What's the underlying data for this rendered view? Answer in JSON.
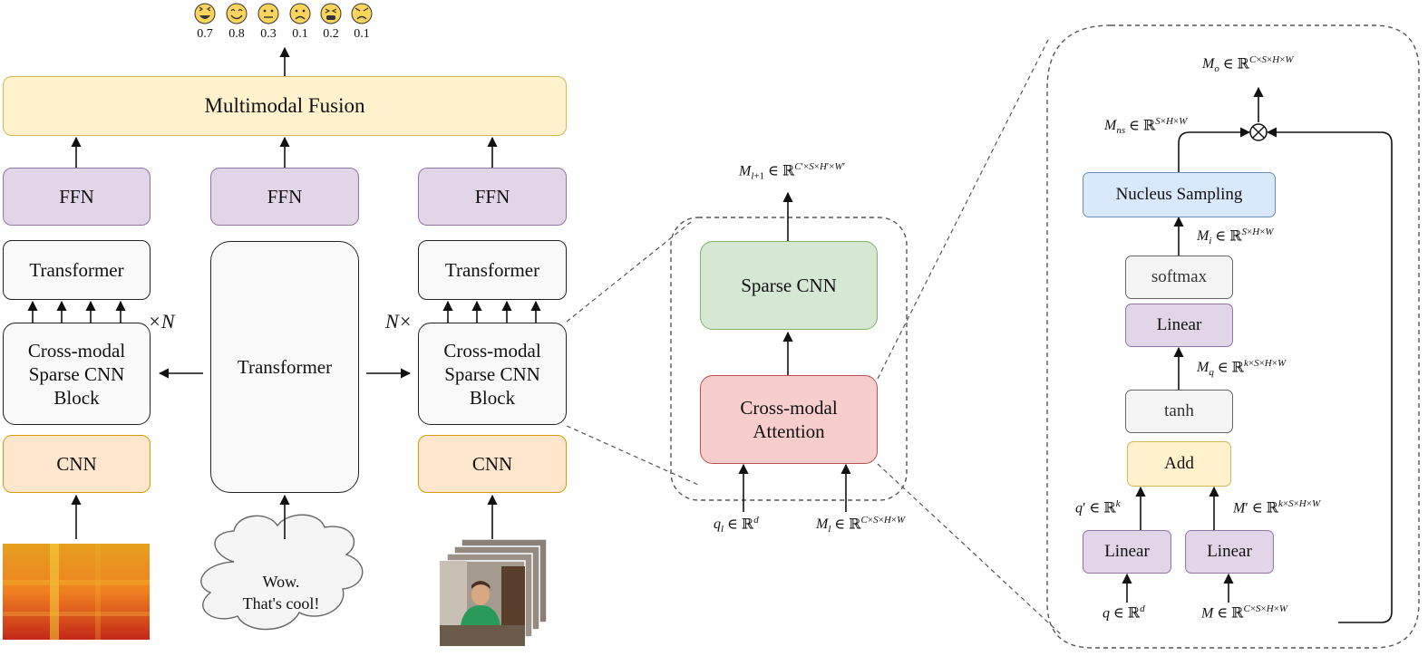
{
  "fusion": {
    "label": "Multimodal Fusion"
  },
  "scores": [
    "0.7",
    "0.8",
    "0.3",
    "0.1",
    "0.2",
    "0.1"
  ],
  "emotion_icons": [
    "laughing-face-icon",
    "smiling-face-icon",
    "neutral-face-icon",
    "sad-face-icon",
    "distressed-face-icon",
    "angry-face-icon"
  ],
  "ffn": {
    "label": "FFN"
  },
  "transformer": {
    "label": "Transformer"
  },
  "cross_block": {
    "label": "Cross-modal\nSparse CNN\nBlock"
  },
  "cnn": {
    "label": "CNN"
  },
  "repeat": {
    "left": "×N",
    "right": "N×"
  },
  "text_input": {
    "text": "Wow.\nThat's cool!"
  },
  "block_detail": {
    "sparse_cnn": "Sparse CNN",
    "attention": "Cross-modal\nAttention"
  },
  "attention_detail": {
    "nucleus": "Nucleus Sampling",
    "softmax": "softmax",
    "linear": "Linear",
    "tanh": "tanh",
    "add": "Add"
  },
  "colors": {
    "fusion": "#fff2cc",
    "ffn": "#e1d5e7",
    "cnn": "#ffe6cc",
    "sparse_cnn": "#d5e8d4",
    "attention": "#f8cecc",
    "nucleus": "#dae8fc"
  }
}
